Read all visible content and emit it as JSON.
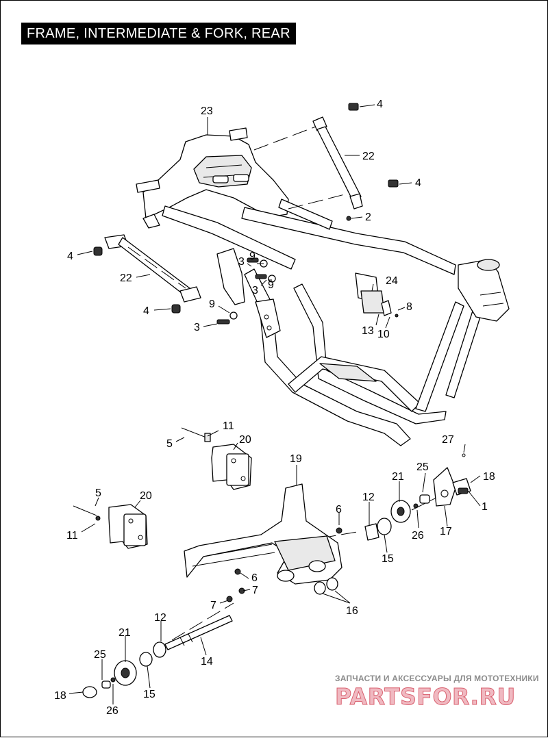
{
  "title": "FRAME, INTERMEDIATE & FORK, REAR",
  "callouts": [
    {
      "id": "c23",
      "label": "23"
    },
    {
      "id": "c4a",
      "label": "4"
    },
    {
      "id": "c22a",
      "label": "22"
    },
    {
      "id": "c4b",
      "label": "4"
    },
    {
      "id": "c2",
      "label": "2"
    },
    {
      "id": "c4c",
      "label": "4"
    },
    {
      "id": "c3a",
      "label": "3"
    },
    {
      "id": "c9a",
      "label": "9"
    },
    {
      "id": "c3b",
      "label": "3"
    },
    {
      "id": "c9b",
      "label": "9"
    },
    {
      "id": "c22b",
      "label": "22"
    },
    {
      "id": "c24",
      "label": "24"
    },
    {
      "id": "c8",
      "label": "8"
    },
    {
      "id": "c4d",
      "label": "4"
    },
    {
      "id": "c9c",
      "label": "9"
    },
    {
      "id": "c13",
      "label": "13"
    },
    {
      "id": "c10",
      "label": "10"
    },
    {
      "id": "c3c",
      "label": "3"
    },
    {
      "id": "c11a",
      "label": "11"
    },
    {
      "id": "c5a",
      "label": "5"
    },
    {
      "id": "c20a",
      "label": "20"
    },
    {
      "id": "c27",
      "label": "27"
    },
    {
      "id": "c19",
      "label": "19"
    },
    {
      "id": "c25a",
      "label": "25"
    },
    {
      "id": "c21a",
      "label": "21"
    },
    {
      "id": "c18a",
      "label": "18"
    },
    {
      "id": "c5b",
      "label": "5"
    },
    {
      "id": "c20b",
      "label": "20"
    },
    {
      "id": "c12a",
      "label": "12"
    },
    {
      "id": "c6a",
      "label": "6"
    },
    {
      "id": "c1",
      "label": "1"
    },
    {
      "id": "c11b",
      "label": "11"
    },
    {
      "id": "c26a",
      "label": "26"
    },
    {
      "id": "c17",
      "label": "17"
    },
    {
      "id": "c15a",
      "label": "15"
    },
    {
      "id": "c6b",
      "label": "6"
    },
    {
      "id": "c7a",
      "label": "7"
    },
    {
      "id": "c7b",
      "label": "7"
    },
    {
      "id": "c16",
      "label": "16"
    },
    {
      "id": "c12b",
      "label": "12"
    },
    {
      "id": "c21b",
      "label": "21"
    },
    {
      "id": "c14",
      "label": "14"
    },
    {
      "id": "c25b",
      "label": "25"
    },
    {
      "id": "c18b",
      "label": "18"
    },
    {
      "id": "c15b",
      "label": "15"
    },
    {
      "id": "c26b",
      "label": "26"
    }
  ],
  "watermark": {
    "tagline": "ЗАПЧАСТИ И АКСЕССУАРЫ ДЛЯ МОТОТЕХНИКИ",
    "brand": "PARTSFOR.RU"
  }
}
